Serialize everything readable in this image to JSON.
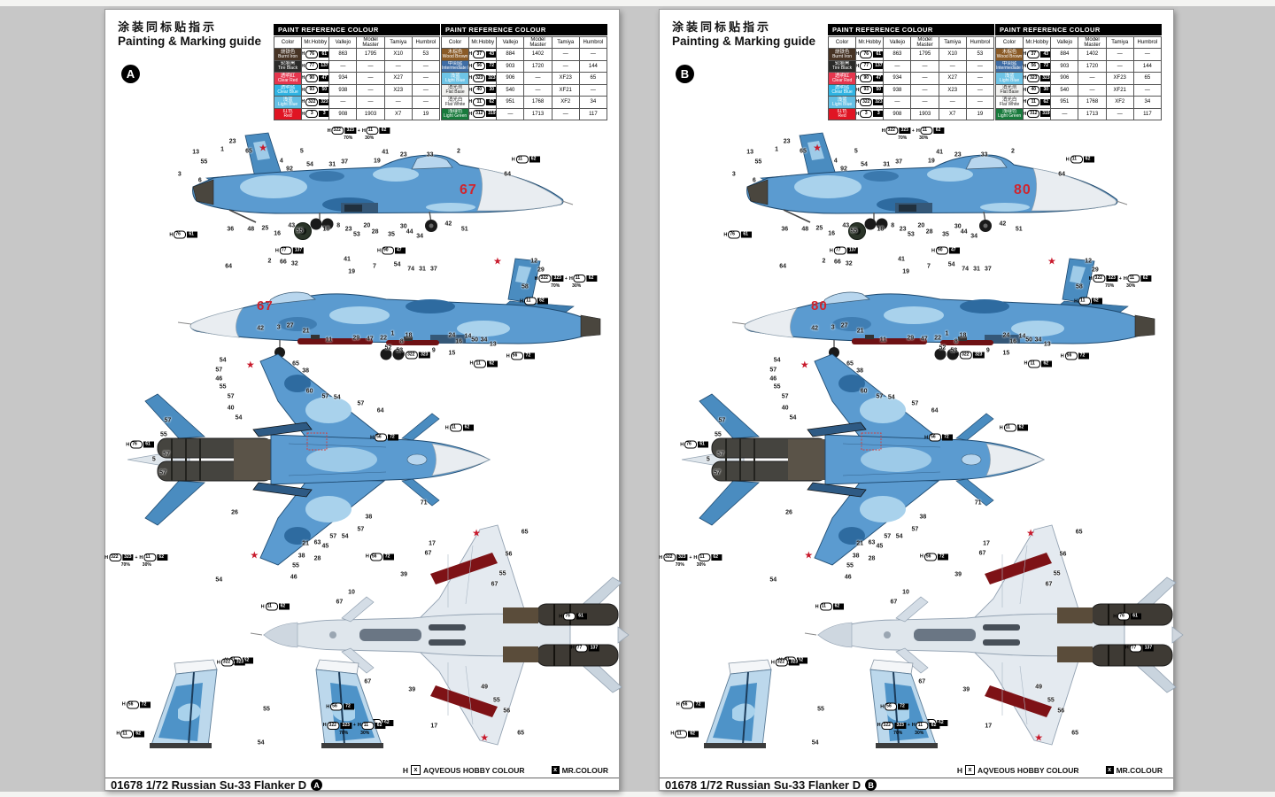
{
  "header": {
    "title_cn": "涂装同标贴指示",
    "title_en": "Painting & Marking guide"
  },
  "footer": {
    "text": "01678 1/72 Russian Su-33 Flanker D"
  },
  "legend": {
    "aqueous": "AQVEOUS HOBBY COLOUR",
    "mr": "MR.COLOUR",
    "h_prefix": "H",
    "box_mark": "x"
  },
  "icons": {
    "star": "★",
    "plus": "+"
  },
  "colors": {
    "callout_red": "#d0252e",
    "star_red": "#c8192b",
    "camo_blue": "#5b9bd0",
    "camo_light": "#a9d2ec",
    "camo_dark": "#2e6ba0",
    "underside_grey": "#dfe6ec"
  },
  "pages": [
    {
      "letter": "A",
      "nose_number": "67"
    },
    {
      "letter": "B",
      "nose_number": "80"
    }
  ],
  "mix": {
    "a_h": "322",
    "a_c": "323",
    "a_pct": "70%",
    "b_h": "11",
    "b_c": "62",
    "b_pct": "30%"
  },
  "paint_tables": [
    {
      "title": "PAINT  REFERENCE  COLOUR",
      "columns": [
        "Color",
        "Mr.Hobby",
        "Vallejo",
        "Model Master",
        "Tamiya",
        "Humbrol"
      ],
      "rows": [
        {
          "cn": "烧铁色",
          "en": "Burnt Iron",
          "swatch": "#473425",
          "txt": "#fff",
          "h": "76",
          "c": "61",
          "v": "863",
          "mm": "1795",
          "t": "X10",
          "hu": "53"
        },
        {
          "cn": "轮胎黑",
          "en": "Tire Black",
          "swatch": "#2b2b29",
          "txt": "#fff",
          "h": "77",
          "c": "137",
          "v": "—",
          "mm": "—",
          "t": "—",
          "hu": "—"
        },
        {
          "cn": "透明红",
          "en": "Clear Red",
          "swatch": "#e6364e",
          "txt": "#fff",
          "h": "90",
          "c": "47",
          "v": "934",
          "mm": "—",
          "t": "X27",
          "hu": "—"
        },
        {
          "cn": "透明蓝",
          "en": "Clear Blue",
          "swatch": "#2fb3e2",
          "txt": "#fff",
          "h": "93",
          "c": "50",
          "v": "938",
          "mm": "—",
          "t": "X23",
          "hu": "—"
        },
        {
          "cn": "浅蓝",
          "en": "Light Blue",
          "swatch": "#64bfe4",
          "txt": "#fff",
          "h": "322",
          "c": "323",
          "v": "—",
          "mm": "—",
          "t": "—",
          "hu": "—"
        },
        {
          "cn": "红色",
          "en": "Red",
          "swatch": "#e01423",
          "txt": "#fff",
          "h": "3",
          "c": "3",
          "v": "908",
          "mm": "1903",
          "t": "X7",
          "hu": "19"
        }
      ]
    },
    {
      "title": "PAINT  REFERENCE  COLOUR",
      "columns": [
        "Color",
        "Mr.Hobby",
        "Vallejo",
        "Model Master",
        "Tamiya",
        "Humbrol"
      ],
      "rows": [
        {
          "cn": "木棕色",
          "en": "Wood Brown",
          "swatch": "#8a5a26",
          "txt": "#fff",
          "h": "37",
          "c": "43",
          "v": "884",
          "mm": "1402",
          "t": "—",
          "hu": "—"
        },
        {
          "cn": "中间蓝",
          "en": "Intermediate Blue",
          "swatch": "#3f6da5",
          "txt": "#fff",
          "h": "56",
          "c": "72",
          "v": "903",
          "mm": "1720",
          "t": "—",
          "hu": "144"
        },
        {
          "cn": "浅蓝",
          "en": "Light Blue",
          "swatch": "#6ec4e6",
          "txt": "#fff",
          "h": "323",
          "c": "323",
          "v": "906",
          "mm": "—",
          "t": "XF23",
          "hu": "65"
        },
        {
          "cn": "消光剂",
          "en": "Flat Base",
          "swatch": "#f2f2f0",
          "txt": "#222",
          "h": "40",
          "c": "30",
          "v": "540",
          "mm": "—",
          "t": "XF21",
          "hu": "—"
        },
        {
          "cn": "消光白",
          "en": "Flat White",
          "swatch": "#ffffff",
          "txt": "#222",
          "h": "11",
          "c": "62",
          "v": "951",
          "mm": "1768",
          "t": "XF2",
          "hu": "34"
        },
        {
          "cn": "浅绿色",
          "en": "Light Green",
          "swatch": "#187a3c",
          "txt": "#fff",
          "h": "312",
          "c": "319",
          "v": "—",
          "mm": "1713",
          "t": "—",
          "hu": "117"
        }
      ]
    }
  ],
  "views": {
    "side_right": {
      "callouts": [
        [
          "13",
          7,
          22
        ],
        [
          "55",
          9,
          29
        ],
        [
          "1",
          13.5,
          20
        ],
        [
          "23",
          16,
          14
        ],
        [
          "65",
          20,
          21
        ],
        [
          "4",
          28,
          28
        ],
        [
          "92",
          30,
          34
        ],
        [
          "5",
          33,
          21
        ],
        [
          "54",
          35,
          31
        ],
        [
          "31",
          40.5,
          31
        ],
        [
          "37",
          43.5,
          29
        ],
        [
          "19",
          51.5,
          28
        ],
        [
          "41",
          53.5,
          22
        ],
        [
          "23",
          58,
          24
        ],
        [
          "33",
          64.5,
          24
        ],
        [
          "2",
          71.5,
          21
        ],
        [
          "64",
          83.5,
          38
        ],
        [
          "3",
          3,
          38
        ],
        [
          "6",
          8,
          43
        ],
        [
          "36",
          15.5,
          79
        ],
        [
          "48",
          20.5,
          79
        ],
        [
          "25",
          24,
          78
        ],
        [
          "16",
          27,
          82
        ],
        [
          "43",
          30.5,
          76
        ],
        [
          "55",
          32.5,
          80
        ],
        [
          "18",
          39,
          79
        ],
        [
          "8",
          42,
          76
        ],
        [
          "23",
          44.5,
          79
        ],
        [
          "53",
          46.5,
          83
        ],
        [
          "20",
          49,
          76
        ],
        [
          "28",
          51,
          81
        ],
        [
          "35",
          55,
          83
        ],
        [
          "30",
          58,
          77
        ],
        [
          "44",
          59.5,
          81
        ],
        [
          "34",
          62,
          84
        ],
        [
          "42",
          69,
          75
        ],
        [
          "51",
          73,
          79
        ]
      ],
      "chips": [
        [
          "m",
          47,
          8
        ],
        [
          "s",
          "11",
          "62",
          88,
          27
        ],
        [
          "s",
          "76",
          "61",
          4,
          83
        ],
        [
          "s",
          "77",
          "137",
          30,
          95
        ],
        [
          "s",
          "90",
          "47",
          55,
          95
        ]
      ],
      "stars": [
        [
          23.5,
          19
        ]
      ]
    },
    "side_left": {
      "callouts": [
        [
          "64",
          14,
          10
        ],
        [
          "2",
          23,
          6
        ],
        [
          "66",
          26,
          7
        ],
        [
          "32",
          28.5,
          8
        ],
        [
          "41",
          40,
          5
        ],
        [
          "19",
          41,
          14
        ],
        [
          "7",
          46,
          10
        ],
        [
          "54",
          51,
          9
        ],
        [
          "74",
          54,
          12
        ],
        [
          "31",
          56.5,
          12
        ],
        [
          "37",
          59,
          12
        ],
        [
          "12",
          81,
          6
        ],
        [
          "29",
          82.5,
          13
        ],
        [
          "58",
          79,
          26
        ],
        [
          "42",
          21,
          58
        ],
        [
          "3",
          25,
          57
        ],
        [
          "27",
          27.5,
          56
        ],
        [
          "21",
          31,
          60
        ],
        [
          "11",
          36,
          67
        ],
        [
          "29",
          42,
          65
        ],
        [
          "47",
          45,
          66
        ],
        [
          "22",
          48,
          65
        ],
        [
          "1",
          50,
          62
        ],
        [
          "8",
          52,
          68
        ],
        [
          "52",
          49,
          73
        ],
        [
          "53",
          51.5,
          75
        ],
        [
          "18",
          53.5,
          63
        ],
        [
          "9",
          59,
          75
        ],
        [
          "15",
          63,
          77
        ],
        [
          "24",
          63,
          63
        ],
        [
          "16",
          64.5,
          68
        ],
        [
          "14",
          66.5,
          64
        ],
        [
          "50",
          68,
          67
        ],
        [
          "34",
          70,
          67
        ],
        [
          "13",
          72,
          70
        ]
      ],
      "chips": [
        [
          "m",
          88,
          22
        ],
        [
          "s",
          "11",
          "62",
          81,
          37
        ],
        [
          "s",
          "322",
          "323",
          55,
          78
        ],
        [
          "s",
          "11",
          "62",
          70,
          85
        ],
        [
          "s",
          "56",
          "72",
          78,
          79
        ]
      ],
      "stars": [
        [
          73,
          7
        ]
      ]
    },
    "top": {
      "callouts": [
        [
          "54",
          26,
          5
        ],
        [
          "57",
          25,
          9
        ],
        [
          "46",
          25,
          13
        ],
        [
          "55",
          26,
          16
        ],
        [
          "57",
          28,
          20
        ],
        [
          "40",
          28,
          25
        ],
        [
          "54",
          30,
          29
        ],
        [
          "65",
          44.5,
          6.5
        ],
        [
          "38",
          47,
          9.5
        ],
        [
          "60",
          48,
          18
        ],
        [
          "57",
          52,
          20
        ],
        [
          "54",
          55,
          20.5
        ],
        [
          "57",
          61,
          23
        ],
        [
          "64",
          66,
          26
        ],
        [
          "57",
          12,
          30
        ],
        [
          "55",
          11,
          36
        ],
        [
          "5",
          8.5,
          46
        ],
        [
          "57",
          11.7,
          44
        ],
        [
          "57",
          10.8,
          51.5
        ],
        [
          "26",
          29,
          68
        ],
        [
          "38",
          63,
          70
        ],
        [
          "71",
          77,
          64
        ],
        [
          "57",
          61,
          75
        ],
        [
          "54",
          57,
          78
        ],
        [
          "57",
          54,
          78
        ],
        [
          "63",
          50,
          80.5
        ],
        [
          "45",
          52,
          82
        ],
        [
          "21",
          47,
          81
        ],
        [
          "38",
          46,
          86
        ],
        [
          "28",
          50,
          87
        ],
        [
          "55",
          44.5,
          90
        ],
        [
          "46",
          44,
          95
        ],
        [
          "54",
          25,
          96
        ]
      ],
      "chips": [
        [
          "s",
          "76",
          "61",
          5,
          40
        ],
        [
          "s",
          "56",
          "72",
          67,
          37
        ],
        [
          "s",
          "11",
          "62",
          86,
          33
        ],
        [
          "m",
          4,
          88
        ]
      ],
      "stars": [
        [
          33,
          7.5
        ],
        [
          34,
          86
        ]
      ]
    },
    "bottom": {
      "callouts": [
        [
          "17",
          51,
          10
        ],
        [
          "67",
          50,
          14
        ],
        [
          "65",
          74,
          5.5
        ],
        [
          "56",
          70,
          14.5
        ],
        [
          "55",
          68.5,
          22.5
        ],
        [
          "67",
          66.5,
          27
        ],
        [
          "39",
          44,
          23
        ],
        [
          "10",
          31,
          30
        ],
        [
          "67",
          28,
          34
        ],
        [
          "67",
          35,
          67
        ],
        [
          "39",
          46,
          70
        ],
        [
          "49",
          64,
          69
        ],
        [
          "55",
          67,
          74.5
        ],
        [
          "56",
          69.5,
          79
        ],
        [
          "17",
          51.5,
          85
        ],
        [
          "65",
          73,
          88
        ]
      ],
      "chips": [
        [
          "s",
          "56",
          "72",
          38,
          15.5
        ],
        [
          "s",
          "11",
          "62",
          12,
          36
        ],
        [
          "s",
          "77",
          "137",
          27,
          77
        ],
        [
          "m",
          33.5,
          85
        ],
        [
          "s",
          "11",
          "62",
          3,
          58
        ],
        [
          "s",
          "76",
          "61",
          86,
          40
        ],
        [
          "s",
          "77",
          "137",
          89,
          53
        ]
      ],
      "stars": [
        [
          62,
          6
        ],
        [
          64,
          90
        ]
      ]
    },
    "fins": {
      "callouts": [
        [
          "55",
          50,
          49
        ],
        [
          "54",
          48,
          80
        ]
      ],
      "chips": [
        [
          "s",
          "322",
          "323",
          37.5,
          6
        ],
        [
          "s",
          "56",
          "72",
          4,
          45
        ],
        [
          "s",
          "56",
          "72",
          76,
          47
        ],
        [
          "m",
          81,
          67
        ],
        [
          "s",
          "11",
          "62",
          2,
          72
        ]
      ],
      "stars": []
    }
  }
}
